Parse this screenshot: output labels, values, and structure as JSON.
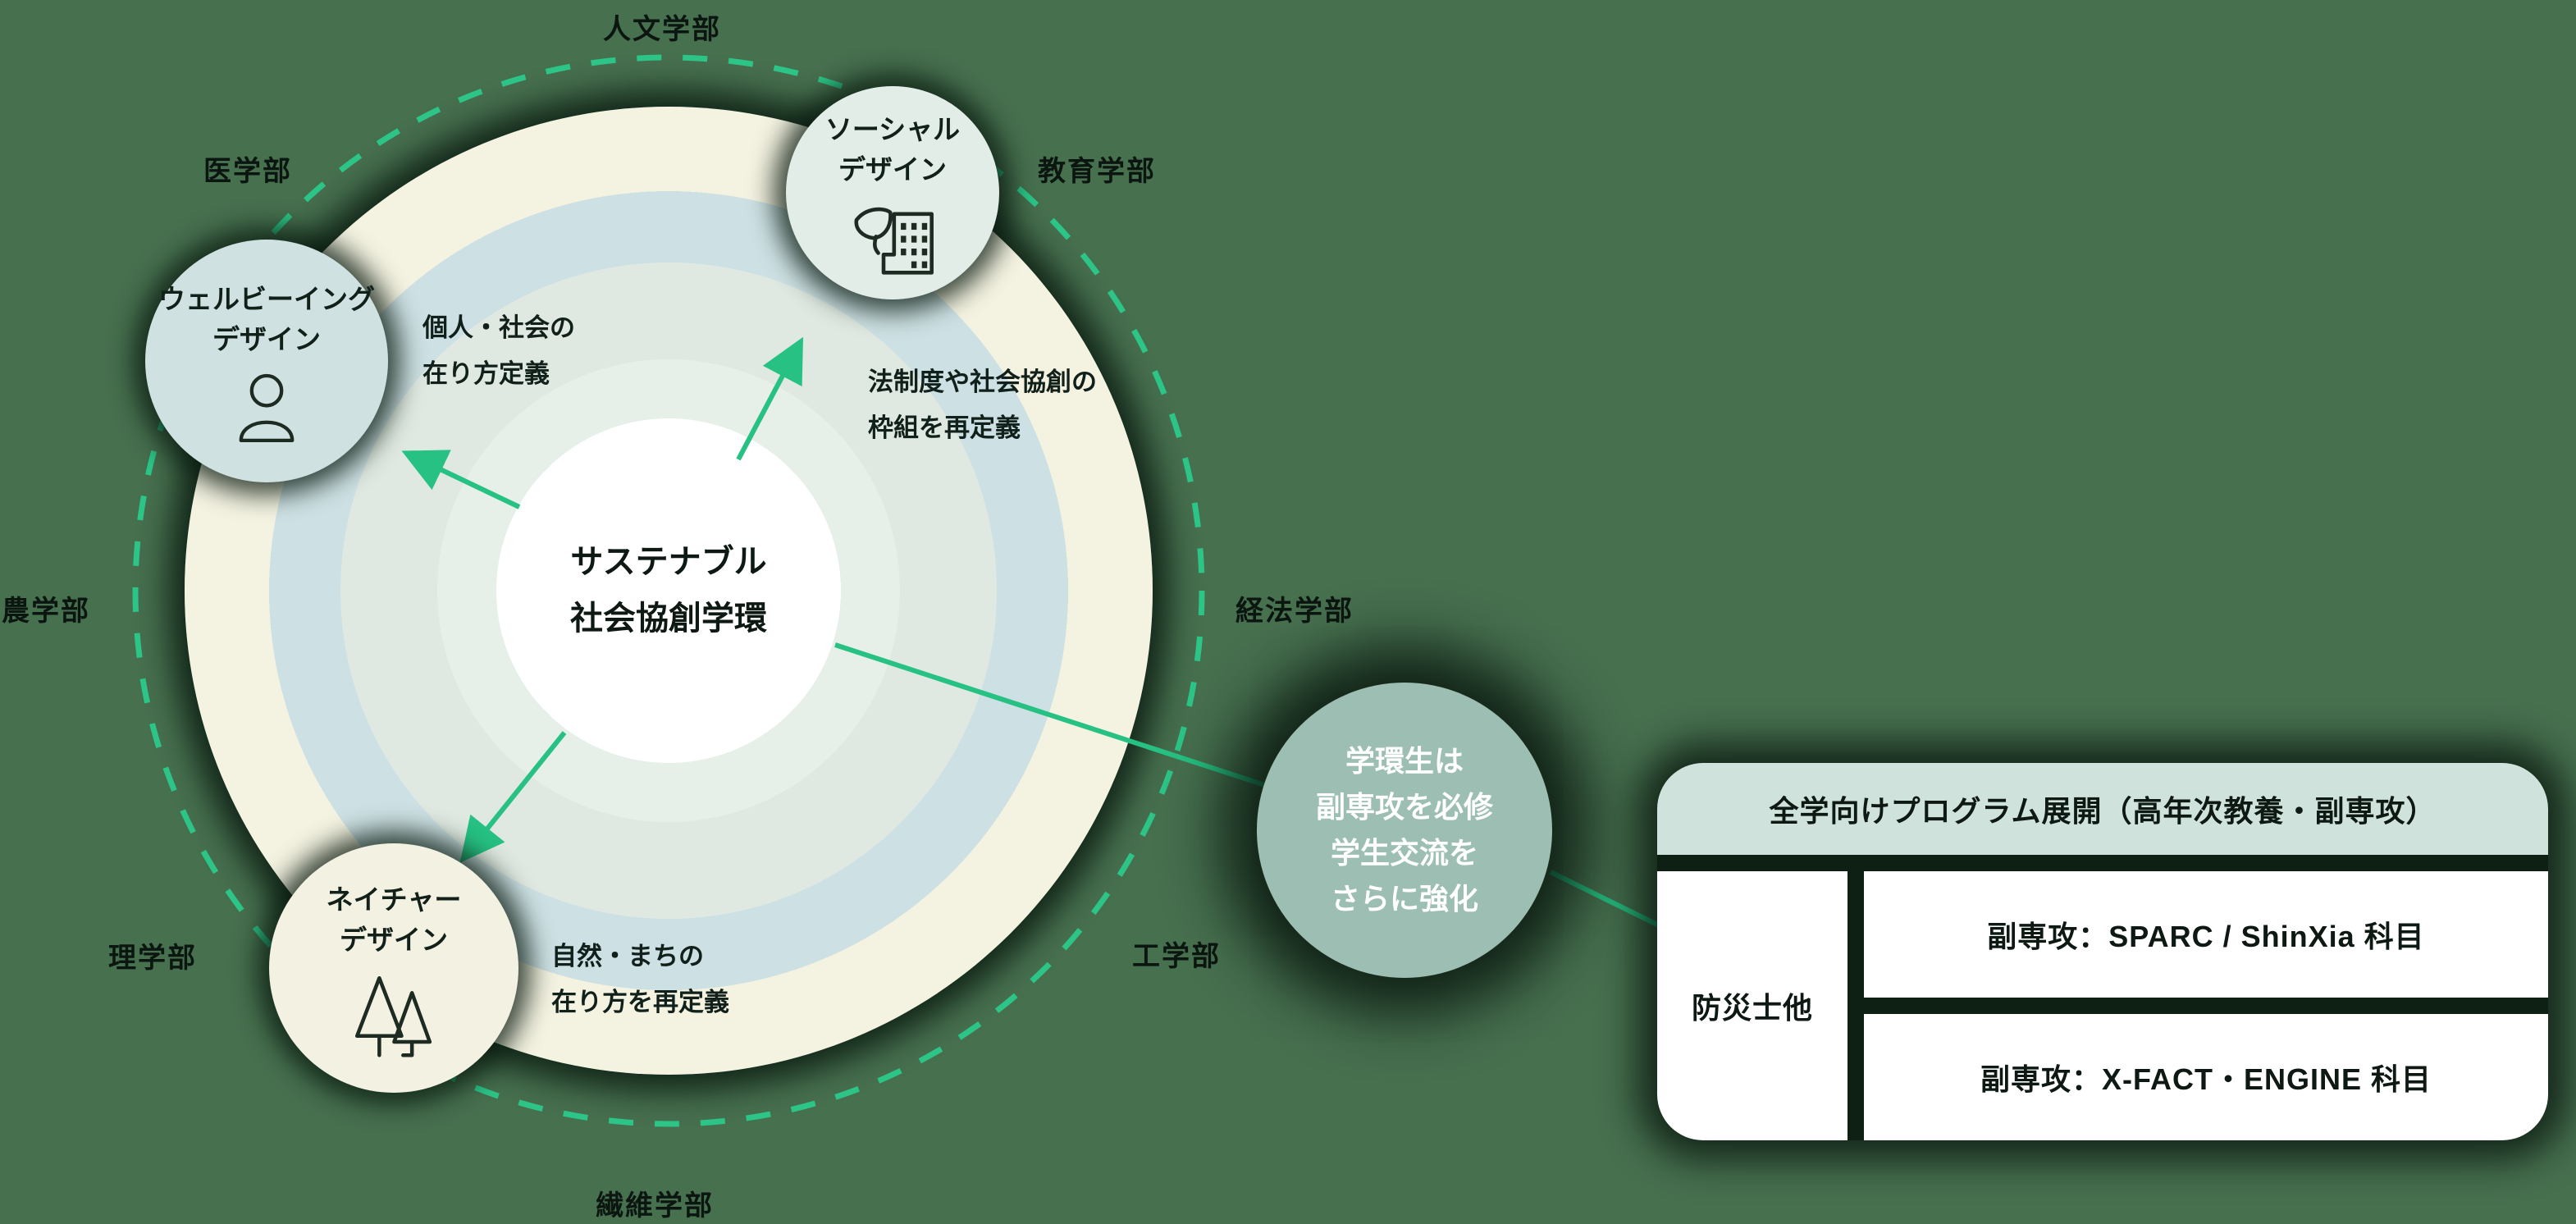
{
  "colors": {
    "background": "#47704f",
    "accent_green": "#2cc487",
    "ring_outer_cream": "#f4f2e1",
    "ring_blue": "#cde0e3",
    "ring_pale_green": "#dfe9e1",
    "ring_inner_mint": "#e6efe8",
    "center_circle": "#ffffff",
    "wellbeing_circle": "#cfe1e1",
    "social_circle": "#e3ede7",
    "nature_circle": "#f3f1e2",
    "callout_circle": "#9dbfb3",
    "table_header_bg": "#cfe3dc",
    "shadow": "#0d2013",
    "text_dark": "#0d1912",
    "text_white": "#ffffff"
  },
  "diagram": {
    "center": {
      "line1": "サステナブル",
      "line2": "社会協創学環"
    },
    "satellites": [
      {
        "id": "wellbeing",
        "line1": "ウェルビーイング",
        "line2": "デザイン",
        "icon": "person-icon"
      },
      {
        "id": "social",
        "line1": "ソーシャル",
        "line2": "デザイン",
        "icon": "building-leaf-icon"
      },
      {
        "id": "nature",
        "line1": "ネイチャー",
        "line2": "デザイン",
        "icon": "pine-trees-icon"
      }
    ],
    "annotations": [
      {
        "id": "personal",
        "line1": "個人・社会の",
        "line2": "在り方定義"
      },
      {
        "id": "legal",
        "line1": "法制度や社会協創の",
        "line2": "枠組を再定義"
      },
      {
        "id": "nature",
        "line1": "自然・まちの",
        "line2": "在り方を再定義"
      }
    ],
    "faculties": [
      {
        "id": "jinbun",
        "label": "人文学部"
      },
      {
        "id": "igaku",
        "label": "医学部"
      },
      {
        "id": "kyoiku",
        "label": "教育学部"
      },
      {
        "id": "nogaku",
        "label": "農学部"
      },
      {
        "id": "keiho",
        "label": "経法学部"
      },
      {
        "id": "rigaku",
        "label": "理学部"
      },
      {
        "id": "kogaku",
        "label": "工学部"
      },
      {
        "id": "seni",
        "label": "繊維学部"
      }
    ]
  },
  "callout": {
    "line1": "学環生は",
    "line2": "副専攻を必修",
    "line3": "学生交流を",
    "line4": "さらに強化"
  },
  "program_table": {
    "header": "全学向けプログラム展開（高年次教養・副専攻）",
    "left_cell": "防災士他",
    "rows": [
      {
        "label": "副専攻：SPARC / ShinXia 科目"
      },
      {
        "label": "副専攻：X-FACT・ENGINE 科目"
      }
    ]
  }
}
